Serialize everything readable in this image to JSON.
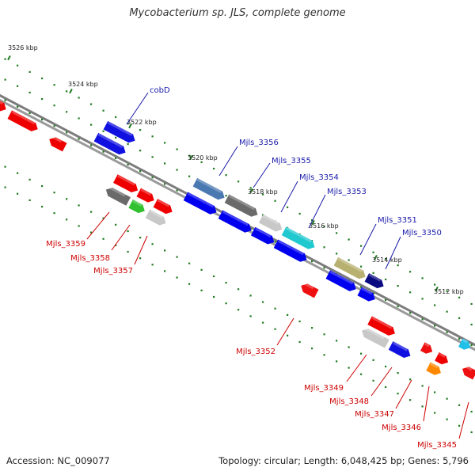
{
  "title": "Mycobacterium sp. JLS, complete genome",
  "footer": {
    "accession": "Accession: NC_009077",
    "summary": "Topology: circular; Length: 6,048,425 bp; Genes: 5,796"
  },
  "ticks": [
    "3526 kbp",
    "3524 kbp",
    "3522 kbp",
    "3520 kbp",
    "3518 kbp",
    "3516 kbp",
    "3514 kbp",
    "3512 kbp"
  ],
  "colors": {
    "backbone": "#8a8a8a",
    "dots": "#1f7a1f",
    "red": "#ee0000",
    "blue": "#0000ee",
    "label_red": "#cc0000",
    "label_blue": "#1a1aaa"
  },
  "genes_top": [
    {
      "label": "cobD",
      "color": "#1010e0"
    },
    {
      "label": "Mjls_3356",
      "color": "#4a78b0"
    },
    {
      "label": "Mjls_3355",
      "color": "#6a6a6a"
    },
    {
      "label": "Mjls_3354",
      "color": "#c8c8c8"
    },
    {
      "label": "Mjls_3353",
      "color": "#20c8d0"
    },
    {
      "label": "Mjls_3351",
      "color": "#b8b070"
    },
    {
      "label": "Mjls_3350",
      "color": "#0a0a80"
    }
  ],
  "genes_bottom": [
    {
      "label": "Mjls_3359",
      "color": "#6a6a6a"
    },
    {
      "label": "Mjls_3358",
      "color": "#30c030"
    },
    {
      "label": "Mjls_3357",
      "color": "#c8c8c8"
    },
    {
      "label": "Mjls_3352",
      "color": "#ee1010"
    },
    {
      "label": "Mjls_3349",
      "color": "#c8c8c8"
    },
    {
      "label": "Mjls_3348",
      "color": "#1010e0"
    },
    {
      "label": "Mjls_3347",
      "color": "#ee1010"
    },
    {
      "label": "Mjls_3346",
      "color": "#ff8800"
    },
    {
      "label": "Mjls_3345",
      "color": "#ee1010"
    }
  ]
}
